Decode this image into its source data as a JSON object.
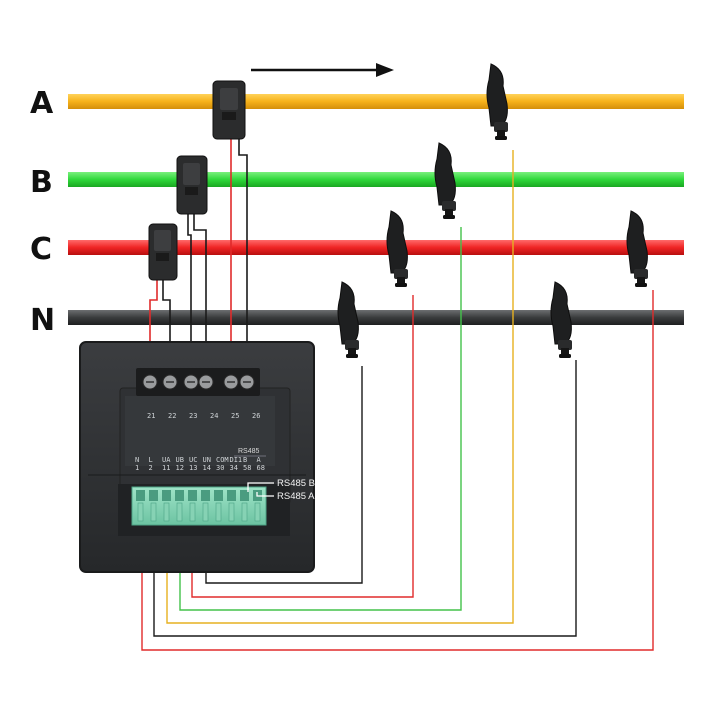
{
  "phases": [
    {
      "label": "A",
      "color": "#f6b21a"
    },
    {
      "label": "B",
      "color": "#2fd83a"
    },
    {
      "label": "C",
      "color": "#ef2424"
    },
    {
      "label": "N",
      "color": "#3a3c3d"
    }
  ],
  "flow_arrow": "right-arrow-icon",
  "meter": {
    "rs485_header": "RS485",
    "rs485_b_label": "RS485 B",
    "rs485_a_label": "RS485 A",
    "terminal_names": [
      "N",
      "L",
      "UA",
      "UB",
      "UC",
      "UN",
      "COM",
      "DI1",
      "B",
      "A"
    ],
    "terminal_numbers": [
      "1",
      "2",
      "11",
      "12",
      "13",
      "14",
      "30",
      "34",
      "58",
      "68"
    ],
    "ct_input_numbers": [
      "21",
      "22",
      "23",
      "24",
      "25",
      "26"
    ]
  },
  "wire_colors": {
    "black": "#1a1a1a",
    "red": "#e02b2b",
    "yellow": "#e6b020",
    "green": "#43c24a"
  }
}
